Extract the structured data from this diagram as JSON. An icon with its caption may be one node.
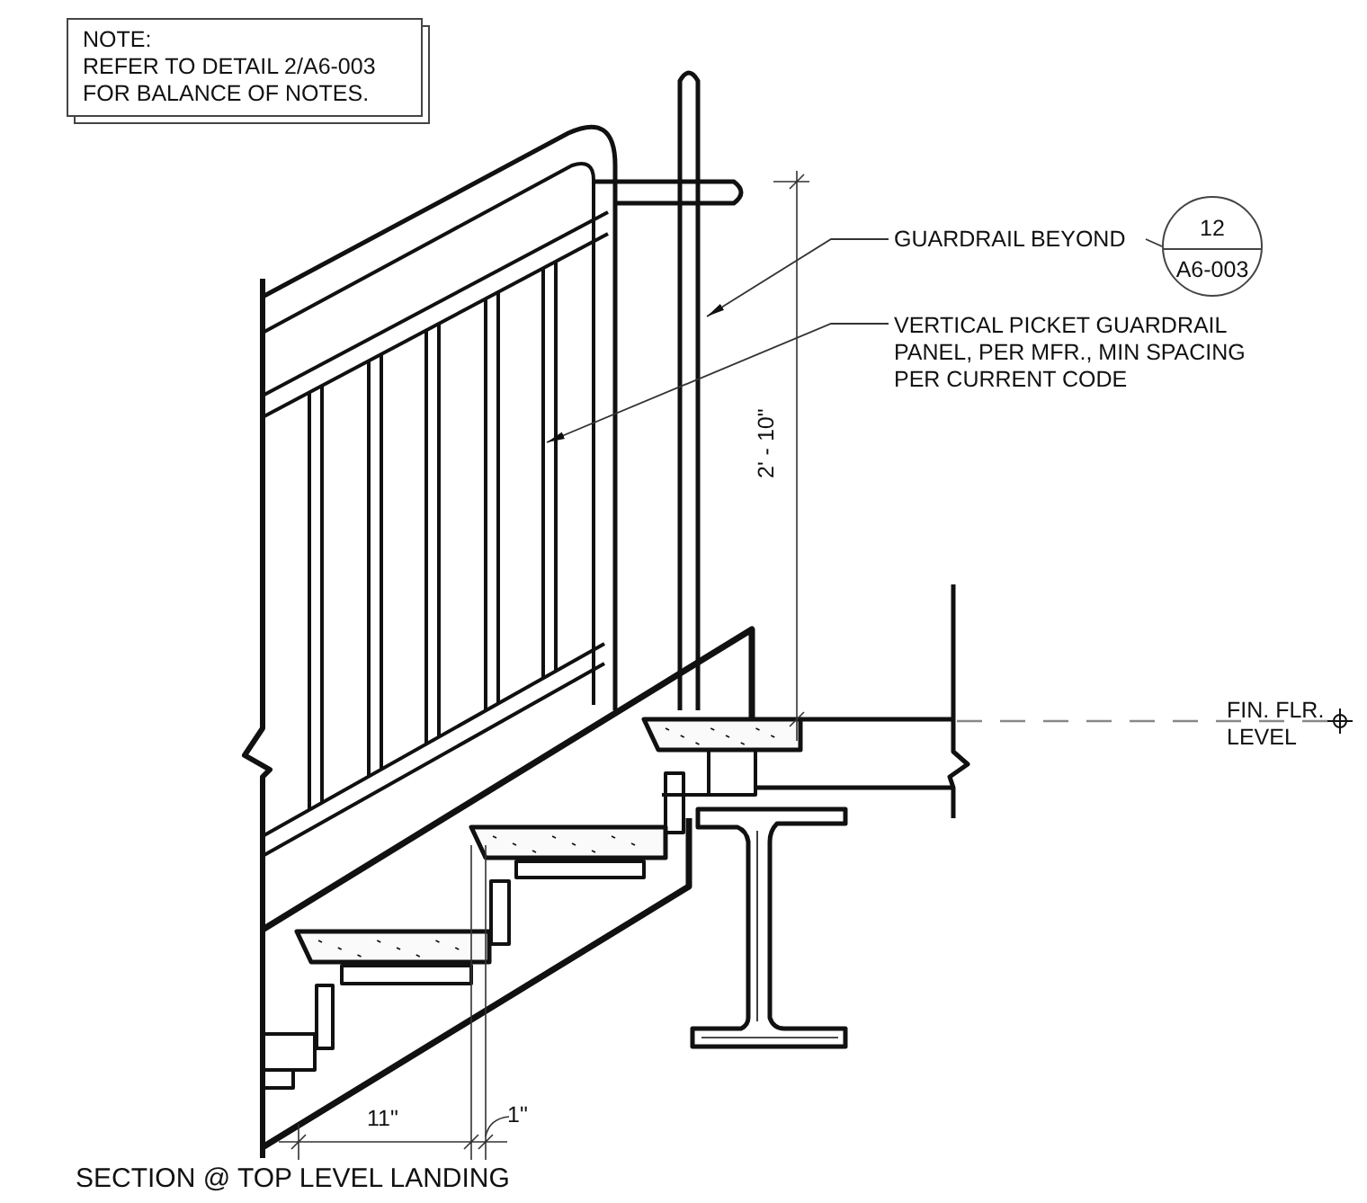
{
  "diagram": {
    "caption": "SECTION @ TOP LEVEL LANDING",
    "nodes": [
      {
        "text": [
          "NOTE:",
          "REFER TO DETAIL 2/A6-003 FOR BALANCE OF NOTES."
        ]
      },
      {
        "text": [
          "GUARDRAIL BEYOND"
        ]
      },
      {
        "text": [
          "12",
          "A6-003"
        ]
      },
      {
        "text": [
          "VERTICAL PICKET GUARDRAIL PANEL, PER MFR., MIN SPACING PER CURRENT CODE"
        ]
      }
    ],
    "edges": [
      {
        "from": 1,
        "to": null,
        "arrow": "to"
      },
      {
        "from": 1,
        "to": 2,
        "arrow": "none"
      },
      {
        "from": 3,
        "to": null,
        "arrow": "to"
      }
    ],
    "labels": [
      "2' - 10\"",
      "FIN. FLR. LEVEL",
      "11\"",
      "1\""
    ]
  }
}
